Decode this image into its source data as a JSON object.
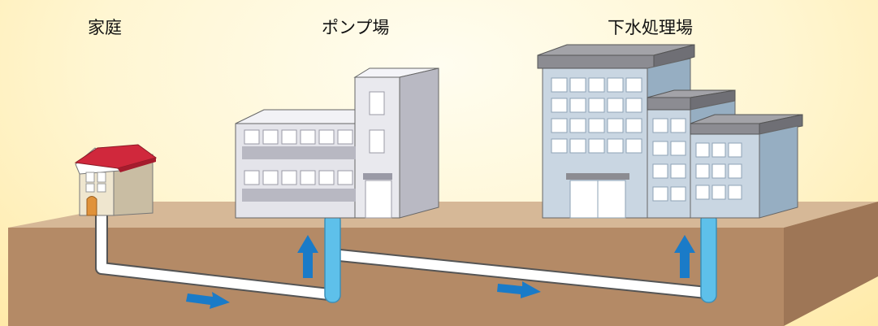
{
  "labels": {
    "house": "家庭",
    "pump_station": "ポンプ場",
    "treatment_plant": "下水処理場"
  },
  "colors": {
    "background": "#fff6d2",
    "ground_top": "#d6b897",
    "ground_front": "#b48a66",
    "ground_side": "#9e7656",
    "pipe": "#ffffff",
    "vertical_pipe": "#5ec0ea",
    "arrow": "#1a7bc8",
    "roof_red": "#d0283c",
    "pump_building": "#d9d9e0",
    "plant_building": "#a9bfd1"
  },
  "icons": [
    "house-icon",
    "pump-station-icon",
    "treatment-plant-icon",
    "flow-arrow-icon"
  ]
}
